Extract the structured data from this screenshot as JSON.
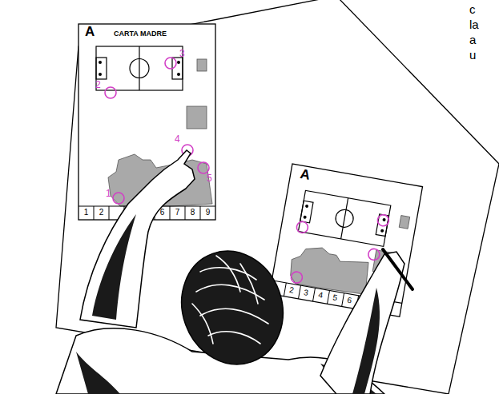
{
  "diagram": {
    "nodes": [
      {
        "text": [
          "A",
          "CARTA MADRE"
        ]
      },
      {
        "text": [
          "A"
        ]
      }
    ],
    "labels": [
      "1",
      "2",
      "3",
      "4",
      "5",
      "1",
      "2",
      "6",
      "7",
      "8",
      "9",
      "2",
      "3",
      "4",
      "5",
      "6",
      "c",
      "la",
      "a",
      "u"
    ]
  }
}
